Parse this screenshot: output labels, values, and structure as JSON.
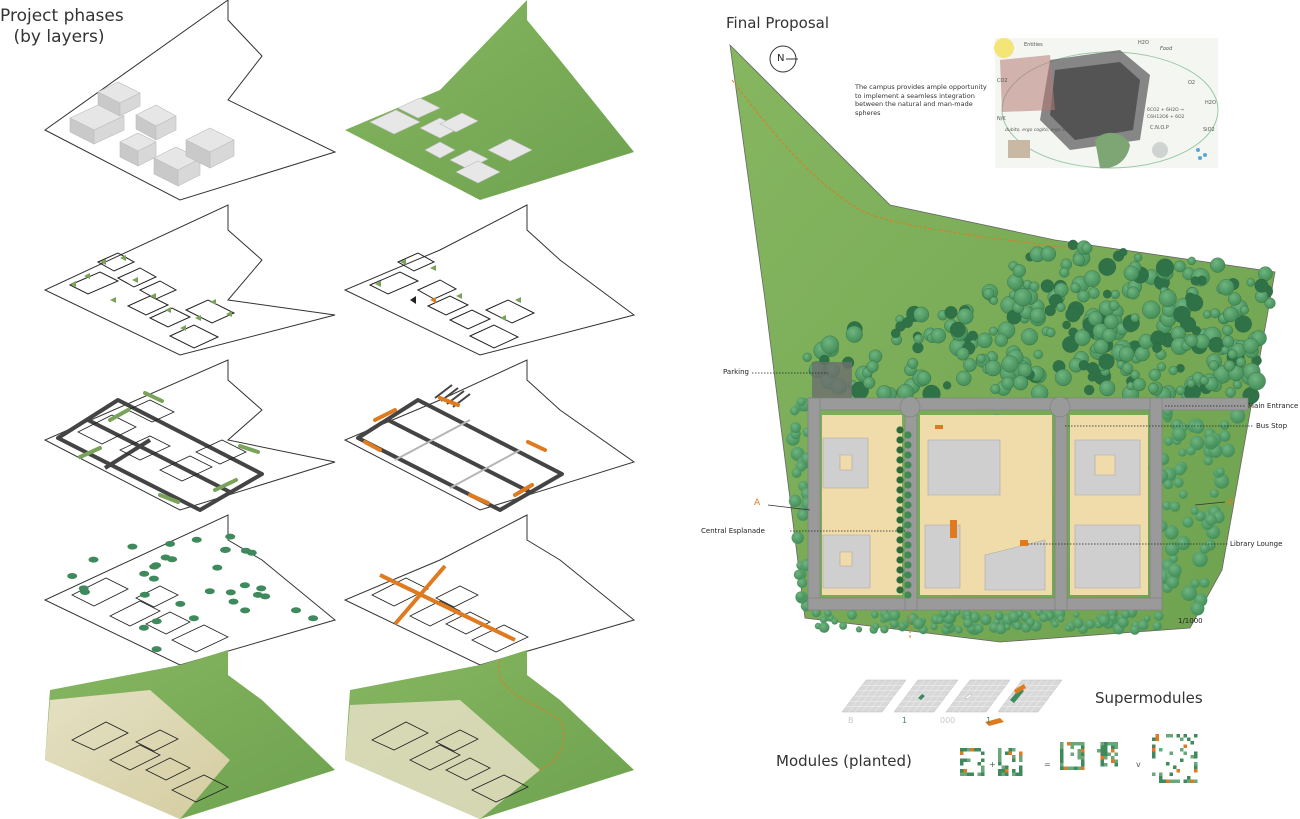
{
  "left_panel": {
    "title_line1": "Project phases",
    "title_line2": "(by layers)"
  },
  "right_panel": {
    "title": "Final Proposal",
    "north_label": "N",
    "description": "The campus provides ample opportunity to implement a seamless integration between the natural and man-made spheres",
    "labels": {
      "parking": "Parking",
      "main_entrance": "Main Entrance",
      "bus_stop": "Bus Stop",
      "central_esplanade": "Central Esplanade",
      "library_lounge": "Library Lounge",
      "section_a": "A",
      "section_a_prime": "A'",
      "scale": "1/1000"
    },
    "infographic_text": {
      "t1": "Entities",
      "t2": "H2O",
      "t3": "Food",
      "t4": "CO2",
      "t5": "O2",
      "t6": "H2O",
      "t7": "N/K",
      "t8": "C.N.O.P",
      "t9": "SiO2",
      "t10": "dubito, ergo cogito, ergo sum",
      "t11": "6CO2 + 6H2O →",
      "t12": "C6H12O6 + 6O2"
    }
  },
  "modules": {
    "supermodules_title": "Supermodules",
    "planted_title": "Modules (planted)",
    "step_labels": [
      "B",
      "1",
      "000",
      "1"
    ],
    "separators": [
      "+",
      "=",
      "v"
    ]
  },
  "colors": {
    "grass": "#7fb05a",
    "tree": "#4e9a62",
    "tree_dark": "#2e6b3c",
    "road": "#9a9a9a",
    "building": "#cfcfcf",
    "plaza": "#f0dcaa",
    "accent": "#e07a1f"
  }
}
